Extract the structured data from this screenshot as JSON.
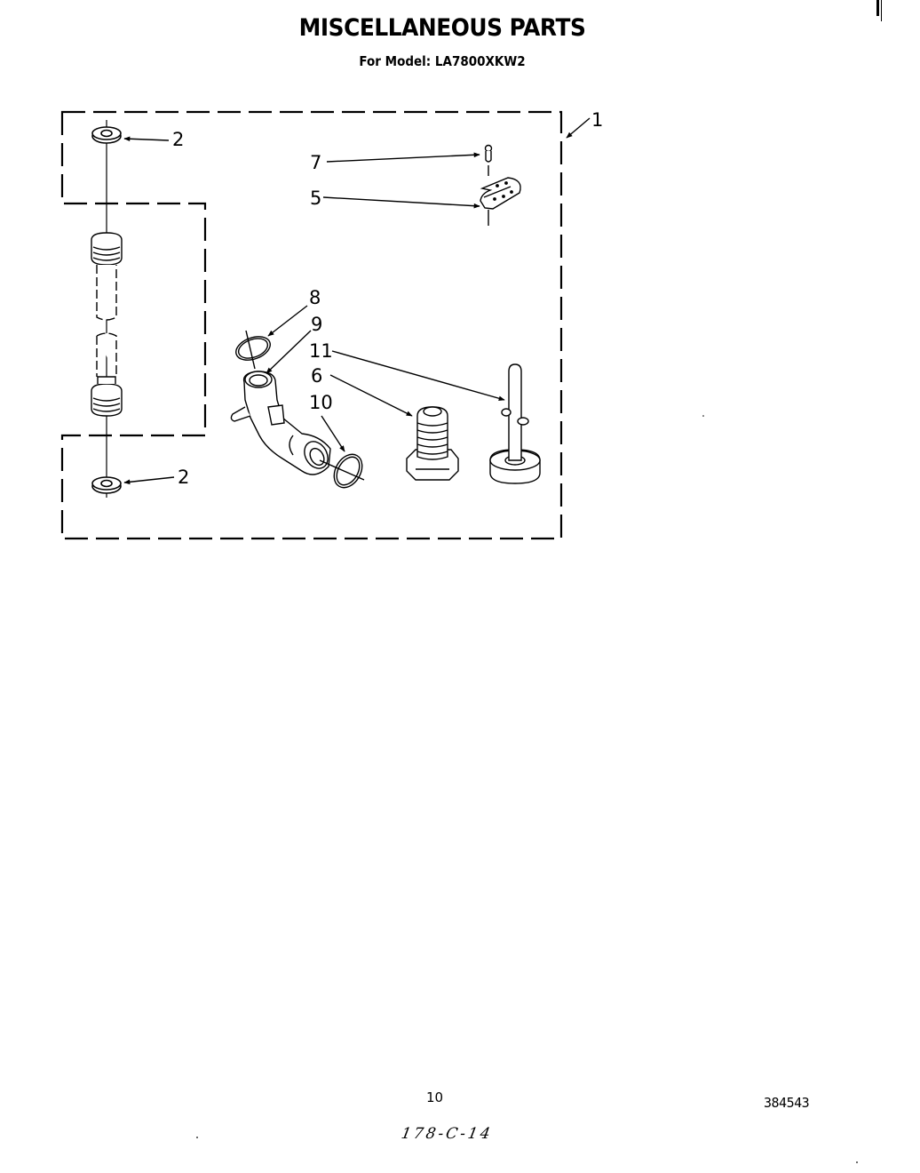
{
  "header": {
    "title": "MISCELLANEOUS PARTS",
    "subtitle": "For Model: LA7800XKW2"
  },
  "diagram": {
    "assembly_callout": "1",
    "callouts": [
      {
        "id": "2",
        "label": "2",
        "part": "washer (top)"
      },
      {
        "id": "2b",
        "label": "2",
        "part": "washer (bottom)"
      },
      {
        "id": "5",
        "label": "5",
        "part": "clip/bracket"
      },
      {
        "id": "6",
        "label": "6",
        "part": "threaded fitting"
      },
      {
        "id": "7",
        "label": "7",
        "part": "pin"
      },
      {
        "id": "8",
        "label": "8",
        "part": "hose clamp (upper)"
      },
      {
        "id": "9",
        "label": "9",
        "part": "drain hose elbow"
      },
      {
        "id": "10",
        "label": "10",
        "part": "hose clamp (lower)"
      },
      {
        "id": "11",
        "label": "11",
        "part": "leveling leg"
      }
    ],
    "labels": {
      "c1": "1",
      "c2_top": "2",
      "c2_bottom": "2",
      "c5": "5",
      "c6": "6",
      "c7": "7",
      "c8": "8",
      "c9": "9",
      "c10": "10",
      "c11": "11"
    }
  },
  "footer": {
    "page_number": "10",
    "document_number": "384543",
    "handwritten_note": "178-C-14"
  }
}
